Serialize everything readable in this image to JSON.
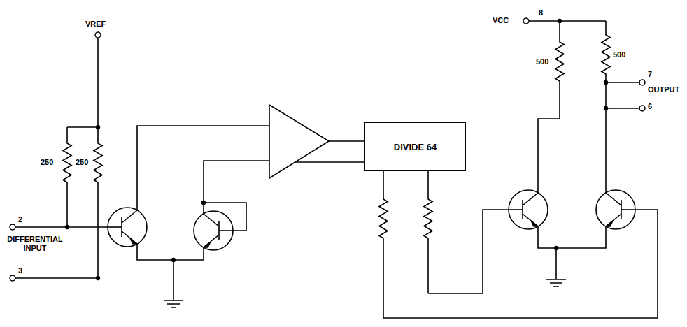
{
  "diagram": {
    "nodes": [
      {
        "text": [
          "DIVIDE 64"
        ]
      }
    ],
    "labels": [
      "VREF",
      "250",
      "250",
      "2",
      "DIFFERENTIAL INPUT",
      "3",
      "VCC",
      "8",
      "500",
      "500",
      "7",
      "OUTPUT",
      "6"
    ]
  }
}
